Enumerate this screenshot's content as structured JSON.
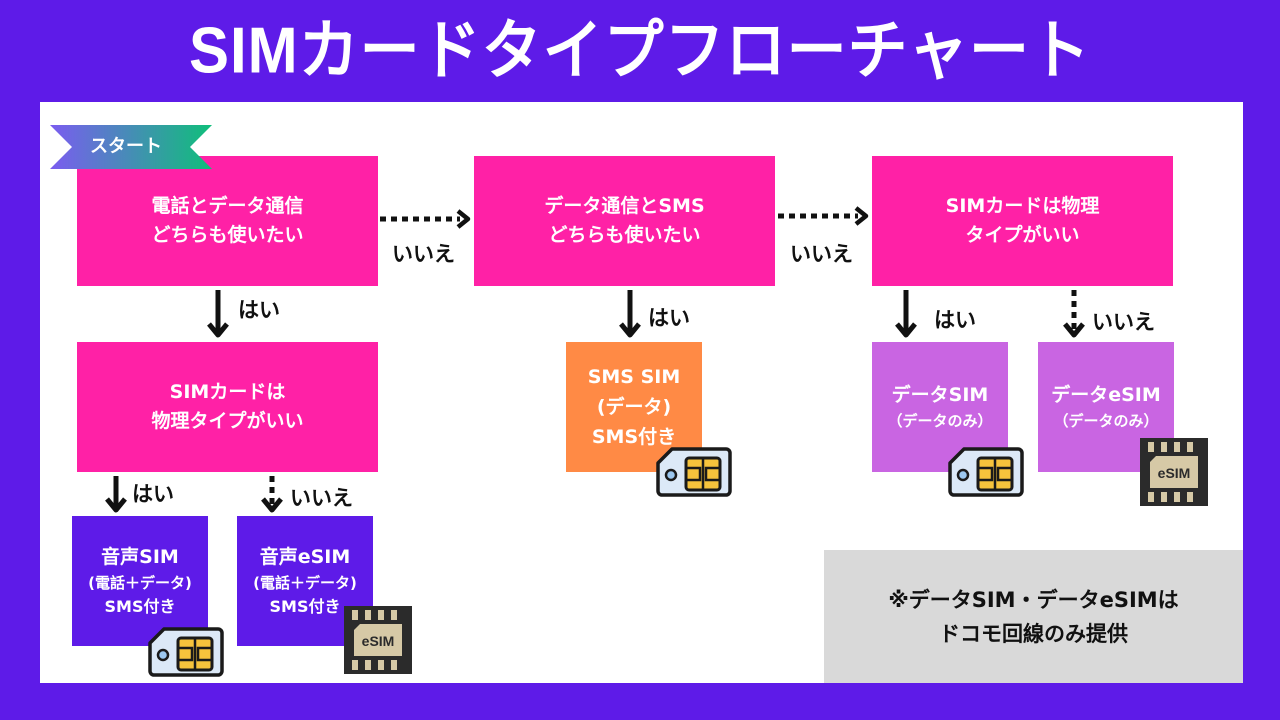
{
  "title": "SIMカードタイプフローチャート",
  "start_label": "スタート",
  "colors": {
    "background": "#5e1be8",
    "question": "#ff21a6",
    "voice_result": "#5e1be8",
    "sms_result": "#ff8a45",
    "data_result": "#c965e2",
    "note_bg": "#d9d9d9"
  },
  "questions": [
    {
      "line1": "電話とデータ通信",
      "line2": "どちらも使いたい"
    },
    {
      "line1": "データ通信とSMS",
      "line2": "どちらも使いたい"
    },
    {
      "line1": "SIMカードは物理",
      "line2": "タイプがいい"
    },
    {
      "line1": "SIMカードは",
      "line2": "物理タイプがいい"
    }
  ],
  "answers": {
    "yes": "はい",
    "no": "いいえ"
  },
  "results": [
    {
      "line1": "音声SIM",
      "line2": "(電話＋データ)",
      "line3": "SMS付き",
      "icon": "sim-card-icon"
    },
    {
      "line1": "音声eSIM",
      "line2": "(電話＋データ)",
      "line3": "SMS付き",
      "icon": "esim-chip-icon"
    },
    {
      "line1": "SMS SIM",
      "line2": "(データ)",
      "line3": "SMS付き",
      "icon": "sim-card-icon"
    },
    {
      "line1": "データSIM",
      "line2": "（データのみ）",
      "icon": "sim-card-icon"
    },
    {
      "line1": "データeSIM",
      "line2": "（データのみ）",
      "icon": "esim-chip-icon"
    }
  ],
  "esim_chip_text": "eSIM",
  "note": {
    "line1": "※データSIM・データeSIMは",
    "line2": "ドコモ回線のみ提供"
  }
}
